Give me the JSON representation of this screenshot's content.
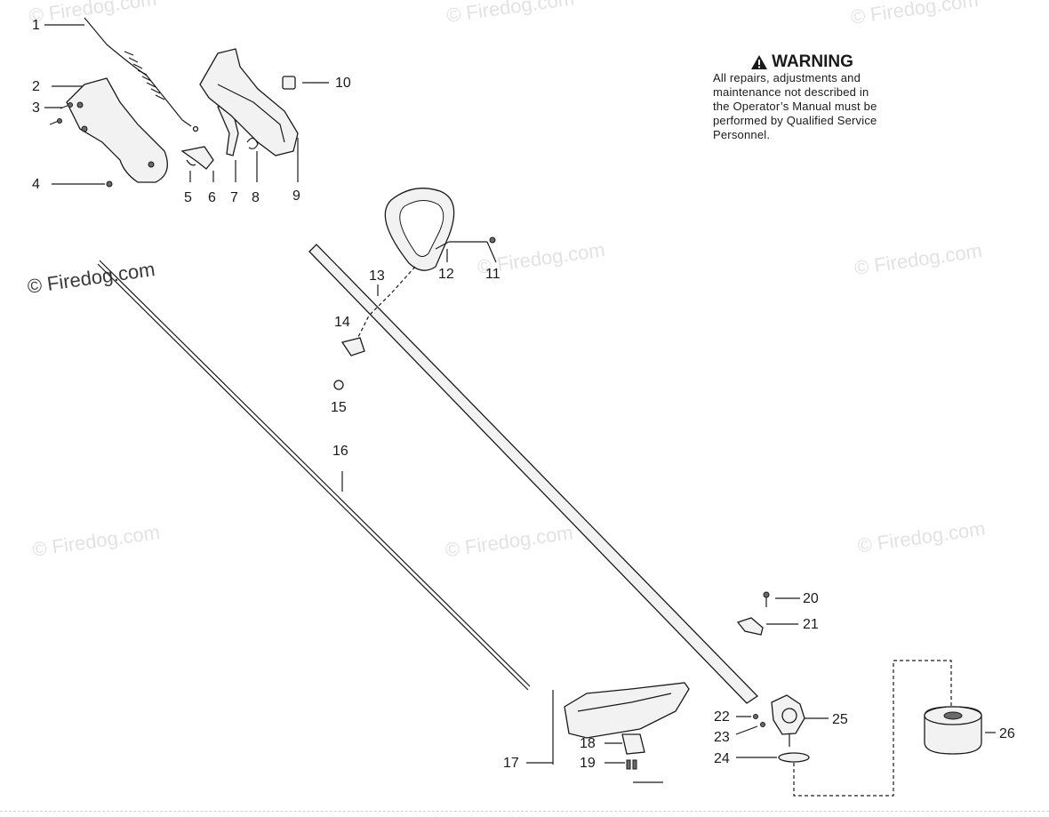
{
  "warning": {
    "title": "WARNING",
    "body_lines": [
      "All repairs, adjustments and",
      "maintenance not described in",
      "the Operator’s Manual must be",
      "performed by Qualified Service",
      "Personnel."
    ]
  },
  "watermark_text": "© Firedog.com",
  "callouts": [
    "1",
    "2",
    "3",
    "4",
    "5",
    "6",
    "7",
    "8",
    "9",
    "10",
    "11",
    "12",
    "13",
    "14",
    "15",
    "16",
    "17",
    "18",
    "19",
    "20",
    "21",
    "22",
    "23",
    "24",
    "25",
    "26"
  ]
}
